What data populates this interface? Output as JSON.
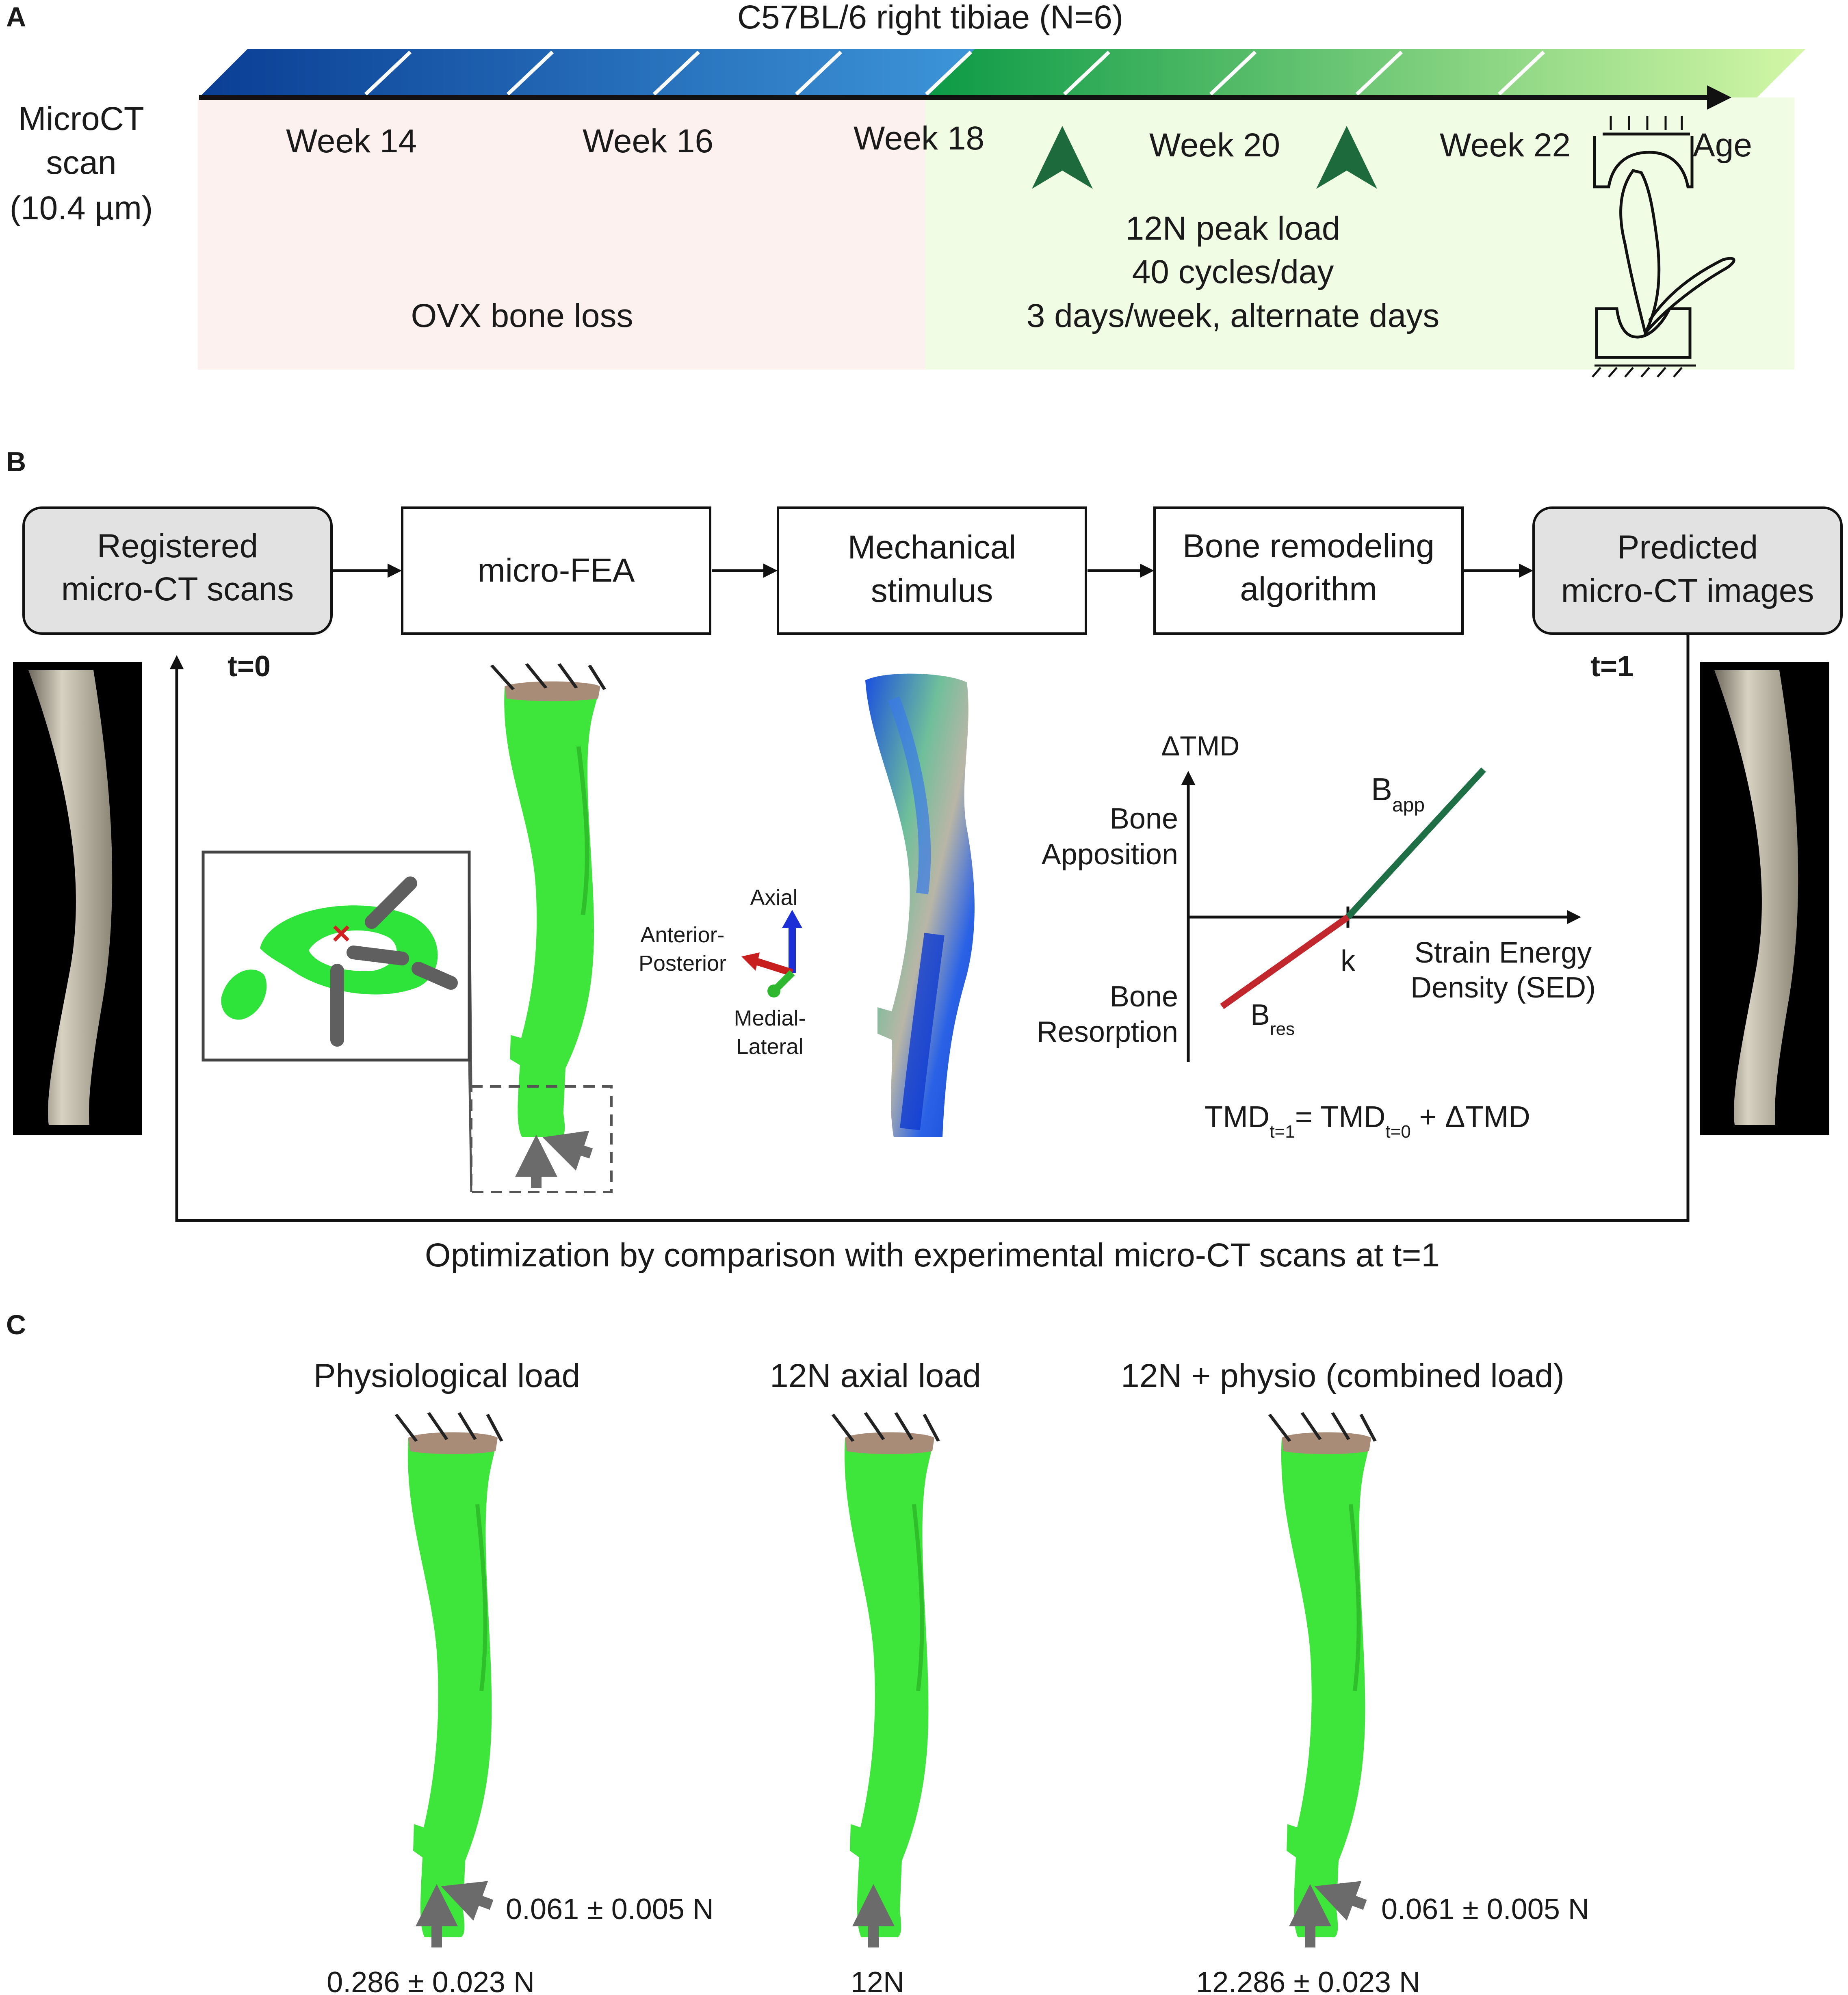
{
  "panel_a": {
    "letter": "A",
    "title": "C57BL/6 right tibiae (N=6)",
    "scan_label": [
      "MicroCT",
      "scan",
      "(10.4 µm)"
    ],
    "weeks": [
      "Week 14",
      "Week 16",
      "Week 18",
      "Week 20",
      "Week 22"
    ],
    "axis_label": "Age",
    "ovx_label": "OVX bone loss",
    "load_lines": [
      "12N peak load",
      "40 cycles/day",
      "3 days/week, alternate days"
    ],
    "colors": {
      "blue_start": "#0a3e94",
      "blue_end": "#3d95d8",
      "green_start": "#0c9a46",
      "green_end": "#d3f7a6",
      "ovx_bg": "#fdf1ef",
      "load_bg": "#f1fce4",
      "arrowhead": "#1d6b3d"
    }
  },
  "panel_b": {
    "letter": "B",
    "boxes": [
      {
        "lines": [
          "Registered",
          "micro-CT scans"
        ],
        "shaded": true
      },
      {
        "lines": [
          "micro-FEA"
        ],
        "shaded": false
      },
      {
        "lines": [
          "Mechanical",
          "stimulus"
        ],
        "shaded": false
      },
      {
        "lines": [
          "Bone remodeling",
          "algorithm"
        ],
        "shaded": false
      },
      {
        "lines": [
          "Predicted",
          "micro-CT images"
        ],
        "shaded": true
      }
    ],
    "t0": "t=0",
    "t1": "t=1",
    "axes_triad": {
      "axial": "Axial",
      "ap": [
        "Anterior-",
        "Posterior"
      ],
      "ml": [
        "Medial-",
        "Lateral"
      ]
    },
    "graph": {
      "y_label": "ΔTMD",
      "apposition": [
        "Bone",
        "Apposition"
      ],
      "resorption": [
        "Bone",
        "Resorption"
      ],
      "x_label": [
        "Strain Energy",
        "Density (SED)"
      ],
      "threshold": "k",
      "b_app": "B",
      "b_app_sub": "app",
      "b_res": "B",
      "b_res_sub": "res",
      "eq_a": "TMD",
      "eq_a_sub": "t=1",
      "eq_b": "= TMD",
      "eq_b_sub": "t=0",
      "eq_c": " + ΔTMD",
      "colors": {
        "apposition": "#1f6f46",
        "resorption": "#c1272d"
      }
    },
    "feedback": "Optimization by comparison with experimental micro-CT scans at t=1"
  },
  "panel_c": {
    "letter": "C",
    "cases": [
      {
        "title": "Physiological load",
        "bottom": "0.286 ± 0.023 N",
        "side": "0.061 ± 0.005 N"
      },
      {
        "title": "12N axial load",
        "bottom": "12N",
        "side": ""
      },
      {
        "title": "12N + physio (combined load)",
        "bottom": "12.286 ± 0.023 N",
        "side": "0.061 ± 0.005 N"
      }
    ],
    "bone_color": "#3ee53a"
  }
}
